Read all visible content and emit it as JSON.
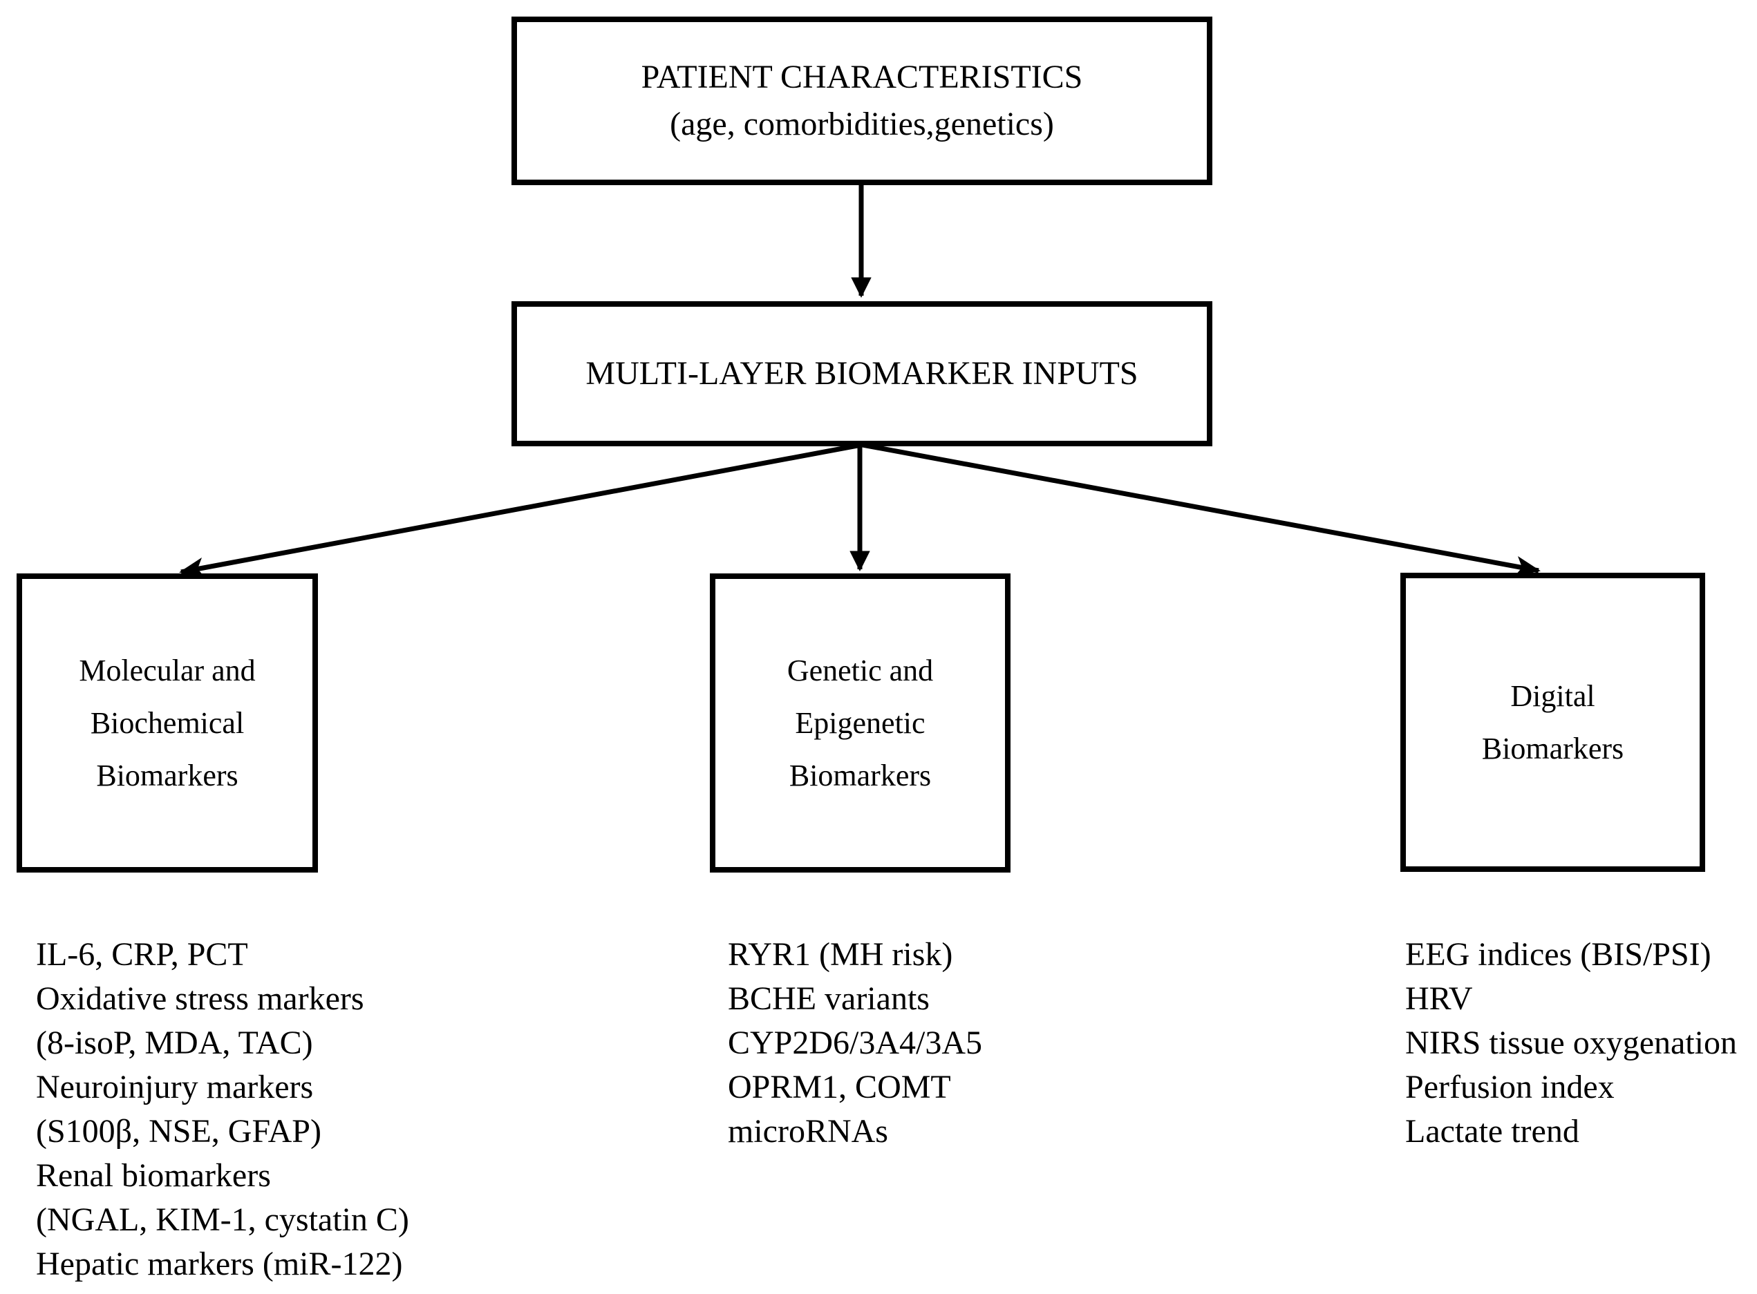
{
  "colors": {
    "ink": "#000000",
    "background": "#ffffff"
  },
  "nodes": {
    "patient": {
      "title": "PATIENT CHARACTERISTICS",
      "subtitle": "(age, comorbidities,genetics)"
    },
    "inputs": {
      "title": "MULTI-LAYER BIOMARKER INPUTS"
    },
    "molecular": {
      "title": "Molecular and\nBiochemical\nBiomarkers"
    },
    "genetic": {
      "title": "Genetic and\nEpigenetic\nBiomarkers"
    },
    "digital": {
      "title": "Digital\nBiomarkers"
    }
  },
  "lists": {
    "molecular": {
      "items": [
        "IL-6, CRP, PCT",
        "Oxidative stress markers",
        "(8-isoP, MDA, TAC)",
        "Neuroinjury markers",
        "(S100β, NSE, GFAP)",
        "Renal biomarkers",
        "(NGAL, KIM-1, cystatin C)",
        "Hepatic markers (miR-122)"
      ]
    },
    "genetic": {
      "items": [
        "RYR1 (MH risk)",
        "BCHE variants",
        "CYP2D6/3A4/3A5",
        "OPRM1, COMT",
        "microRNAs"
      ]
    },
    "digital": {
      "items": [
        "EEG indices (BIS/PSI)",
        "HRV",
        "NIRS tissue oxygenation",
        "Perfusion index",
        "Lactate trend"
      ]
    }
  },
  "edges": [
    {
      "from": "PATIENT CHARACTERISTICS",
      "to": "MULTI-LAYER BIOMARKER INPUTS"
    },
    {
      "from": "MULTI-LAYER BIOMARKER INPUTS",
      "to": "Molecular and Biochemical Biomarkers"
    },
    {
      "from": "MULTI-LAYER BIOMARKER INPUTS",
      "to": "Genetic and Epigenetic Biomarkers"
    },
    {
      "from": "MULTI-LAYER BIOMARKER INPUTS",
      "to": "Digital Biomarkers"
    }
  ]
}
